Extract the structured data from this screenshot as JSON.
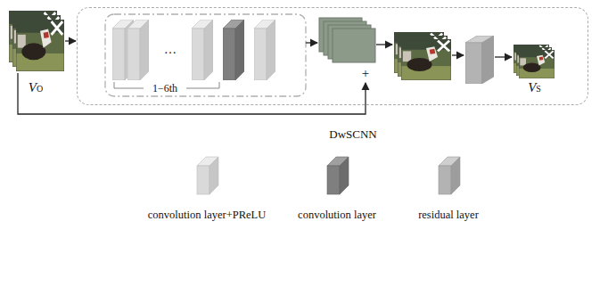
{
  "diagram": {
    "nodes": [
      {
        "text": [
          "VO"
        ]
      },
      {
        "text": [
          "DwSCNN"
        ]
      },
      {
        "text": [
          "VS"
        ],
        "in": 1
      }
    ],
    "edges": [
      {
        "from": 0,
        "to": 1,
        "arrow": "to"
      }
    ],
    "labels": [
      "…",
      "1−6th",
      "+"
    ],
    "legend": [
      {
        "text": "convolution layer+PReLU"
      },
      {
        "text": "convolution layer"
      },
      {
        "text": "residual layer"
      }
    ]
  }
}
